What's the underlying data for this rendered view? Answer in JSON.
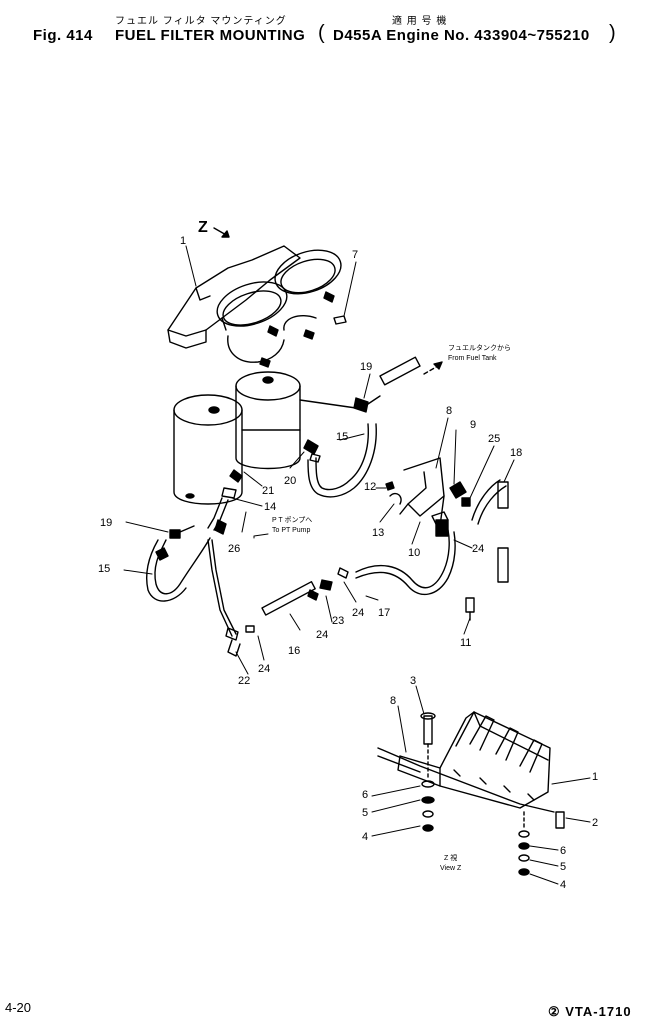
{
  "header": {
    "title_jp": "フュエル フィルタ マウンティング",
    "applic_jp": "適 用 号 機",
    "fig_label": "Fig. 414",
    "title_en": "FUEL FILTER MOUNTING",
    "applicability": "D455A Engine No. 433904~755210"
  },
  "annotations": {
    "z_arrow": "Z",
    "from_tank_jp": "フュエルタンクから",
    "from_tank_en": "From Fuel Tank",
    "to_pump_jp": "P T ポンプへ",
    "to_pump_en": "To PT Pump",
    "view_jp": "Z  視",
    "view_en": "View Z"
  },
  "callouts": {
    "c1": "1",
    "c7": "7",
    "c19a": "19",
    "c8": "8",
    "c9": "9",
    "c25": "25",
    "c18": "18",
    "c15a": "15",
    "c20": "20",
    "c21": "21",
    "c14": "14",
    "c26": "26",
    "c12": "12",
    "c13": "13",
    "c10": "10",
    "c24a": "24",
    "c19b": "19",
    "c15b": "15",
    "c24b": "24",
    "c17": "17",
    "c23": "23",
    "c24c": "24",
    "c11": "11",
    "c16": "16",
    "c24d": "24",
    "c22": "22",
    "v3": "3",
    "v8": "8",
    "v1": "1",
    "v6a": "6",
    "v5a": "5",
    "v4a": "4",
    "v2": "2",
    "v6b": "6",
    "v5b": "5",
    "v4b": "4"
  },
  "footer": {
    "page": "4-20",
    "code": "② VTA-1710"
  }
}
